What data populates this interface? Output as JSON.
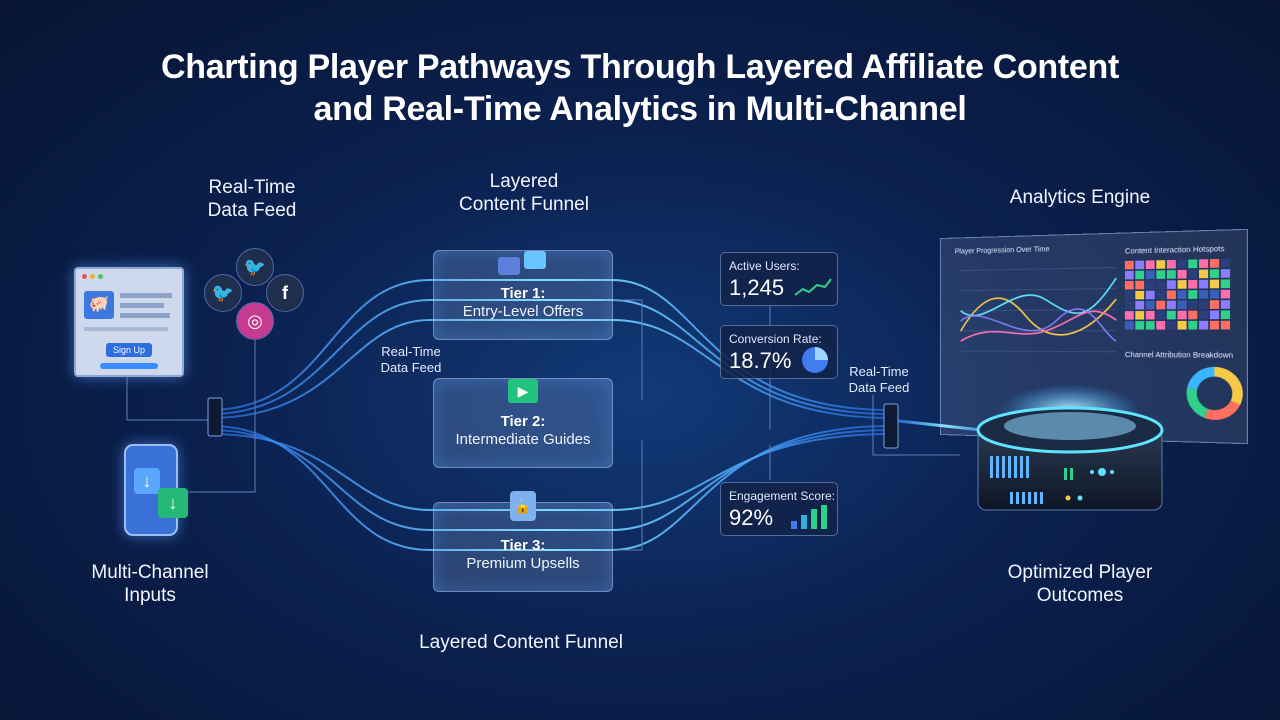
{
  "title": {
    "line1": "Charting Player Pathways Through Layered Affiliate Content",
    "line2": "and Real-Time Analytics in Multi-Channel"
  },
  "labels": {
    "realtime_feed_top": [
      "Real-Time",
      "Data Feed"
    ],
    "layered_funnel_top": [
      "Layered",
      "Content Funnel"
    ],
    "analytics_engine": "Analytics Engine",
    "realtime_feed_mid": [
      "Real-Time",
      "Data Feed"
    ],
    "realtime_feed_right": [
      "Real-Time",
      "Data Feed"
    ],
    "multichannel_inputs": [
      "Multi-Channel",
      "Inputs"
    ],
    "layered_funnel_bottom": "Layered Content Funnel",
    "optimized_outcomes": [
      "Optimized Player",
      "Outcomes"
    ]
  },
  "inputs": {
    "signup_button": "Sign Up"
  },
  "tiers": [
    {
      "tier": "Tier 1:",
      "name": "Entry-Level Offers",
      "icon": "browser-window-icon"
    },
    {
      "tier": "Tier 2:",
      "name": "Intermediate Guides",
      "icon": "play-video-icon"
    },
    {
      "tier": "Tier 3:",
      "name": "Premium Upsells",
      "icon": "padlock-icon"
    }
  ],
  "metrics": [
    {
      "label": "Active Users:",
      "value": "1,245",
      "icon": "trend-up-icon"
    },
    {
      "label": "Conversion Rate:",
      "value": "18.7%",
      "icon": "pie-chart-icon"
    },
    {
      "label": "Engagement Score:",
      "value": "92%",
      "icon": "bar-chart-icon"
    }
  ],
  "dashboard": {
    "line_chart_title": "Player Progression Over Time",
    "heatmap_title": "Content Interaction Hotspots",
    "donut_title": "Channel Attribution Breakdown"
  },
  "colors": {
    "accent": "#38b6ff",
    "cyan": "#5fe3ff",
    "green": "#2fd08a",
    "background": "#0b2150"
  }
}
